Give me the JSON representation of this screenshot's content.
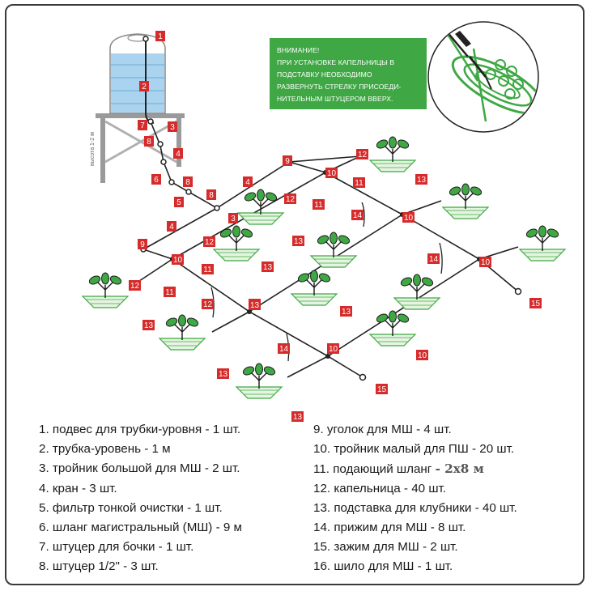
{
  "warning": {
    "lines": [
      "ВНИМАНИЕ!",
      "ПРИ УСТАНОВКЕ КАПЕЛЬНИЦЫ В",
      "ПОДСТАВКУ НЕОБХОДИМО",
      "РАЗВЕРНУТЬ СТРЕЛКУ ПРИСОЕДИ-",
      "НИТЕЛЬНЫМ ШТУЦЕРОМ ВВЕРХ."
    ]
  },
  "tank": {
    "height_label": "высота 1-2 м"
  },
  "colors": {
    "tag": "#d62b2b",
    "green": "#3fa844",
    "water": "#a9d3ee",
    "pipe": "#222222"
  },
  "legend": {
    "left": [
      "1. подвес для трубки-уровня - 1 шт.",
      "2. трубка-уровень - 1 м",
      "3. тройник большой для МШ - 2 шт.",
      "4. кран - 3 шт.",
      "5. фильтр тонкой очистки - 1 шт.",
      "6. шланг магистральный (МШ) - 9 м",
      "7. штуцер для бочки - 1 шт.",
      "8. штуцер 1/2\" - 3 шт."
    ],
    "right": [
      {
        "text": "9. уголок для МШ - 4 шт."
      },
      {
        "text": "10. тройник малый для ПШ - 20 шт."
      },
      {
        "text": "11. подающий шланг ",
        "extra": "- 2х8 м"
      },
      {
        "text": "12. капельница - 40 шт."
      },
      {
        "text": "13. подставка для клубники - 40 шт."
      },
      {
        "text": "14. прижим для МШ - 8 шт."
      },
      {
        "text": "15. зажим для МШ - 2 шт."
      },
      {
        "text": "16. шило для МШ - 1 шт."
      }
    ]
  },
  "tags": [
    {
      "n": "1"
    },
    {
      "n": "2"
    },
    {
      "n": "3"
    },
    {
      "n": "7"
    },
    {
      "n": "8"
    },
    {
      "n": "4"
    },
    {
      "n": "6"
    },
    {
      "n": "8"
    },
    {
      "n": "5"
    },
    {
      "n": "8"
    },
    {
      "n": "4"
    },
    {
      "n": "3"
    },
    {
      "n": "4"
    },
    {
      "n": "9"
    },
    {
      "n": "9"
    },
    {
      "n": "10"
    },
    {
      "n": "12"
    },
    {
      "n": "11"
    },
    {
      "n": "12"
    },
    {
      "n": "11"
    },
    {
      "n": "13"
    },
    {
      "n": "10"
    },
    {
      "n": "11"
    },
    {
      "n": "12"
    },
    {
      "n": "13"
    },
    {
      "n": "12"
    },
    {
      "n": "13"
    },
    {
      "n": "14"
    },
    {
      "n": "10"
    },
    {
      "n": "14"
    },
    {
      "n": "10"
    },
    {
      "n": "13"
    },
    {
      "n": "15"
    },
    {
      "n": "12"
    },
    {
      "n": "11"
    },
    {
      "n": "13"
    },
    {
      "n": "14"
    },
    {
      "n": "10"
    },
    {
      "n": "13"
    },
    {
      "n": "14"
    },
    {
      "n": "10"
    },
    {
      "n": "13"
    },
    {
      "n": "13"
    },
    {
      "n": "15"
    },
    {
      "n": "13"
    }
  ]
}
